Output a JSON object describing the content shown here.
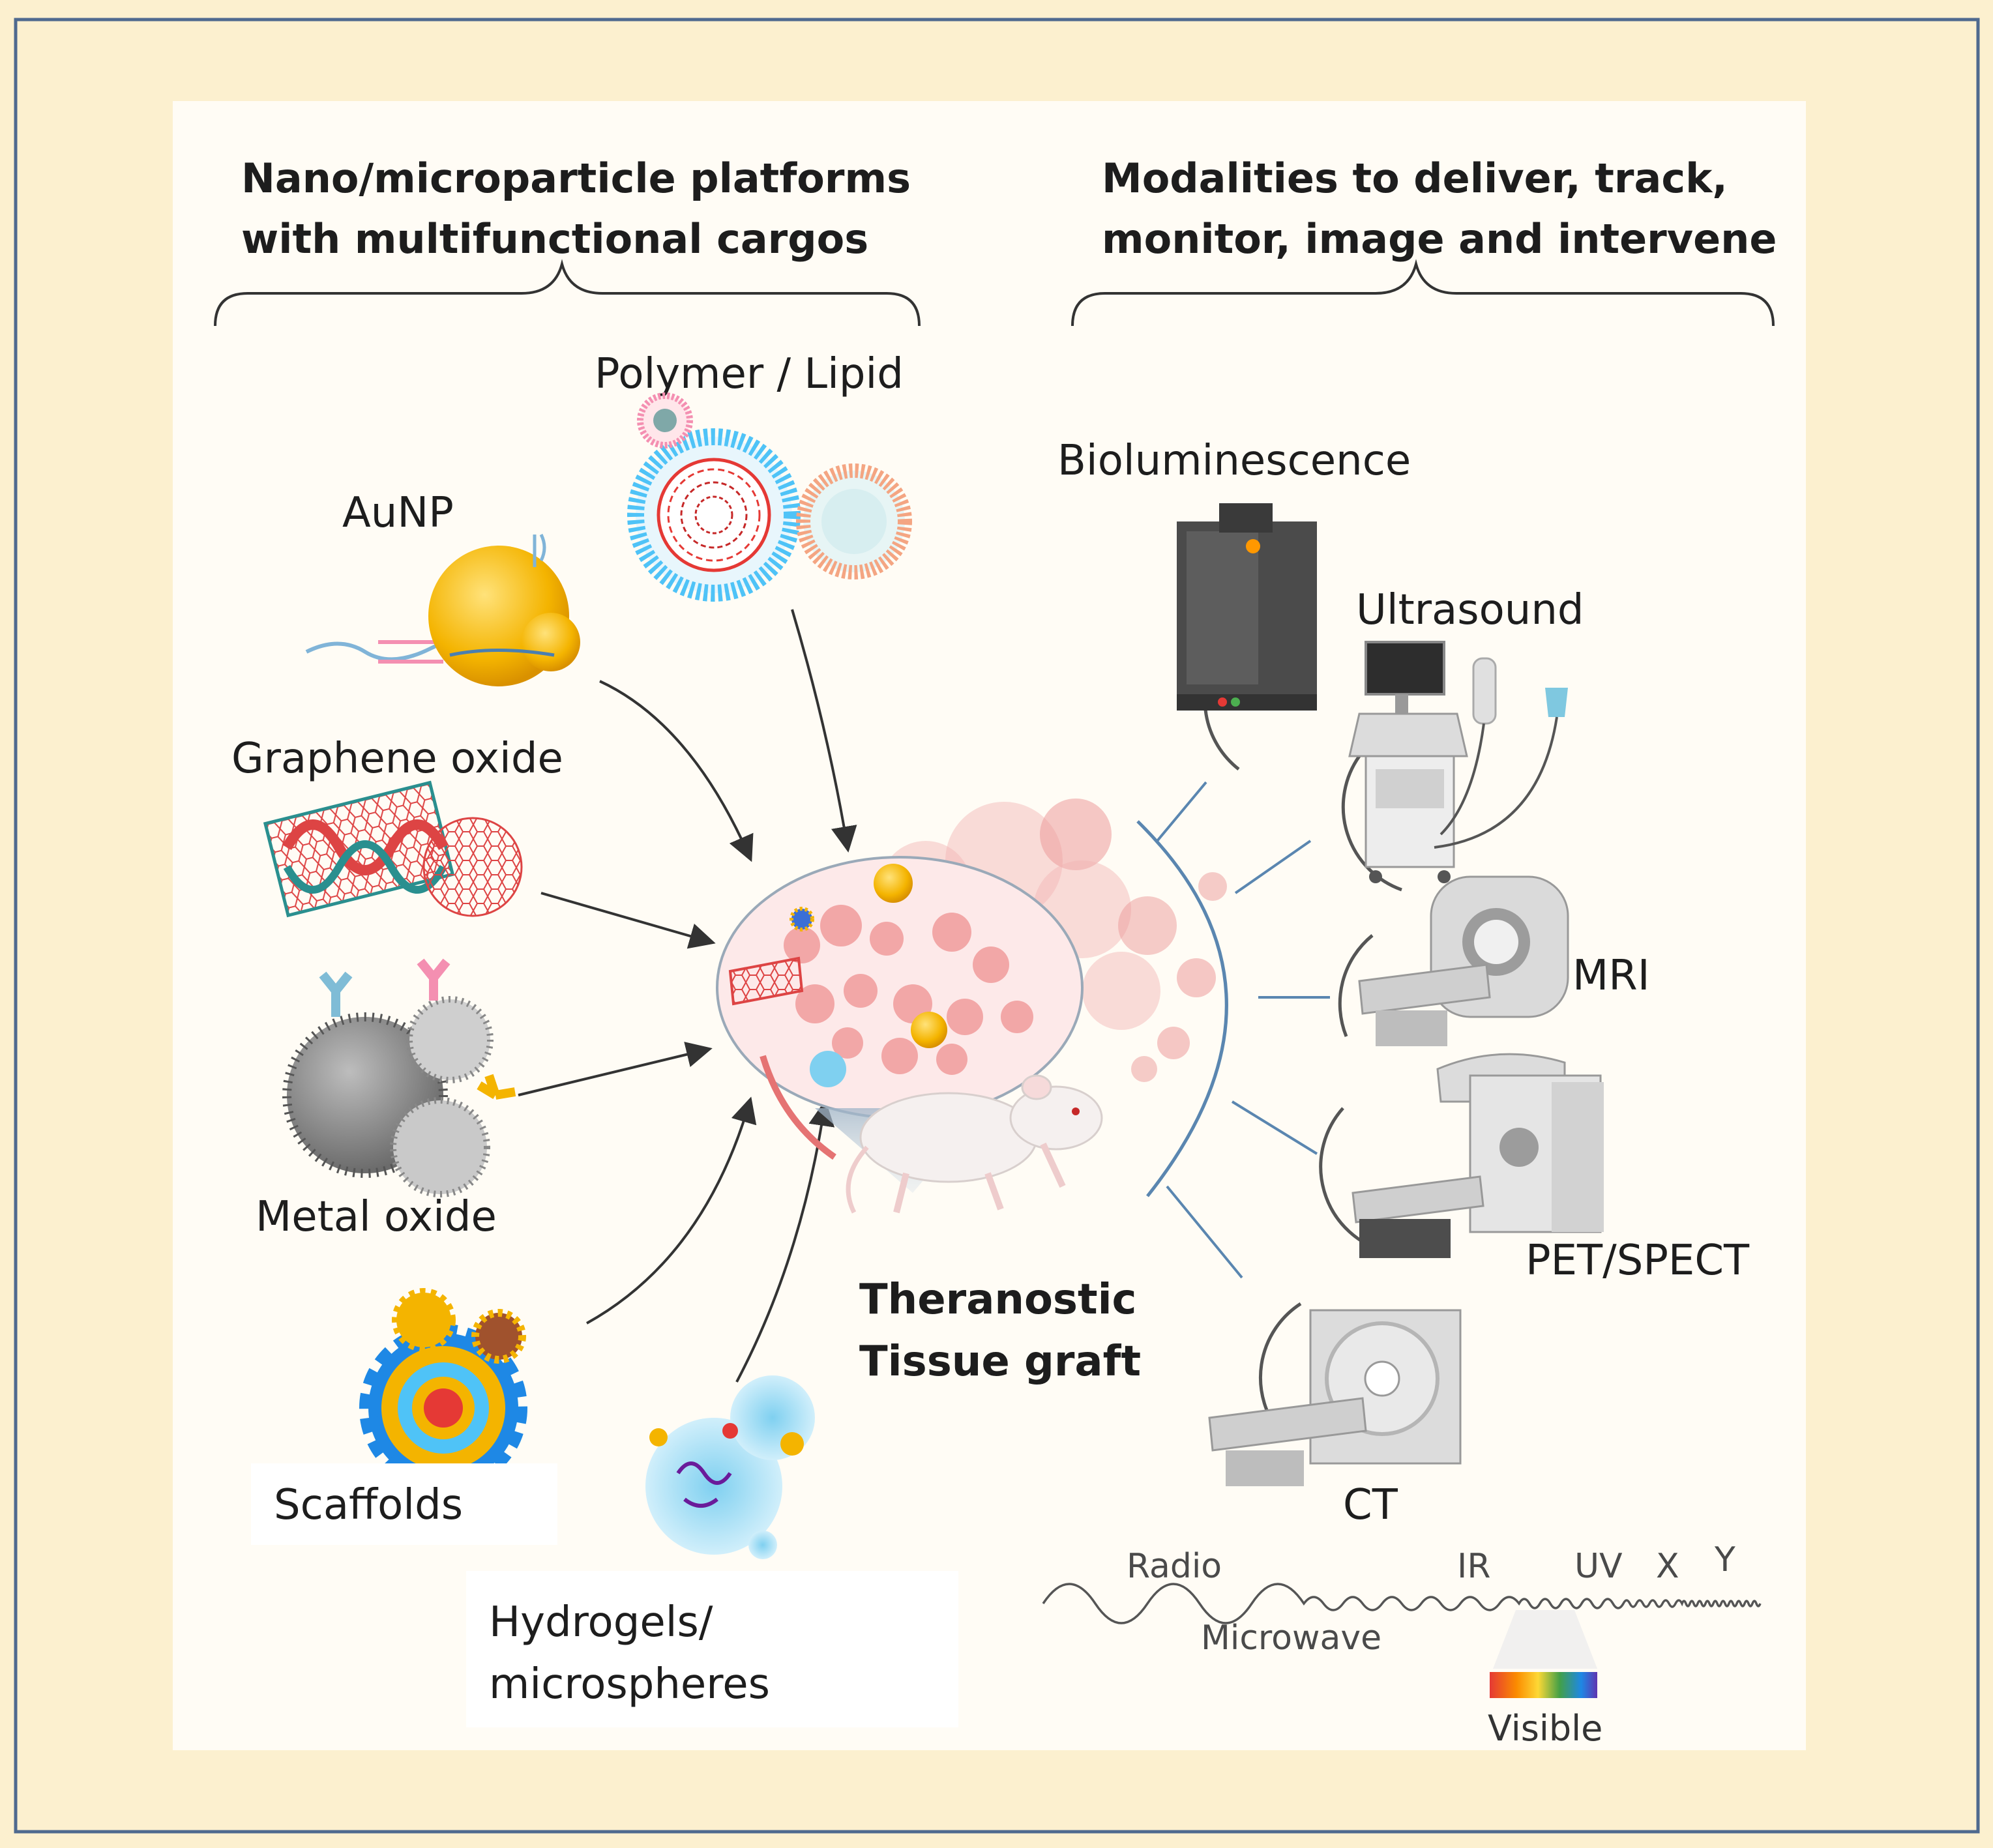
{
  "colors": {
    "outer_background": "#fcf0cf",
    "outer_border": "#4f6a8f",
    "panel": "#fffcf5",
    "tissue_pink": "#e99a9a",
    "gold_particle": "#f4b400",
    "machine_gray": "#6c6c6c"
  },
  "headers": {
    "platforms": [
      "Nano/microparticle platforms",
      "with multifunctional cargos"
    ],
    "modalities": [
      "Modalities to deliver, track,",
      "monitor, image and intervene"
    ]
  },
  "platforms": {
    "polymer_lipid": "Polymer / Lipid",
    "aunp": "AuNP",
    "graphene_oxide": "Graphene oxide",
    "metal_oxide": "Metal oxide",
    "scaffolds": "Scaffolds",
    "hydrogels": [
      "Hydrogels/",
      "microspheres"
    ]
  },
  "center": {
    "title": [
      "Theranostic",
      "Tissue graft"
    ]
  },
  "modalities": {
    "bioluminescence": "Bioluminescence",
    "ultrasound": "Ultrasound",
    "mri": "MRI",
    "pet_spect": "PET/SPECT",
    "ct": "CT"
  },
  "spectrum": {
    "radio": "Radio",
    "microwave": "Microwave",
    "ir": "IR",
    "uv": "UV",
    "x": "X",
    "gamma": "Y",
    "visible": "Visible"
  },
  "icons": [
    "polymer-lipid-particle-icon",
    "gold-nanoparticle-icon",
    "graphene-oxide-icon",
    "metal-oxide-particle-icon",
    "scaffold-icon",
    "hydrogel-microsphere-icon",
    "tissue-graft-icon",
    "mouse-icon",
    "bioluminescence-imager-icon",
    "ultrasound-machine-icon",
    "mri-scanner-icon",
    "pet-spect-scanner-icon",
    "ct-scanner-icon",
    "em-spectrum-wave-icon"
  ]
}
